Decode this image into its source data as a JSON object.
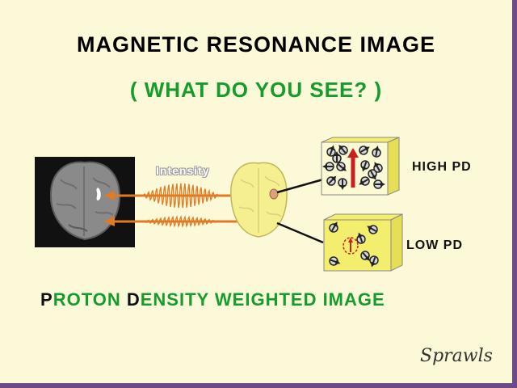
{
  "title": "MAGNETIC  RESONANCE  IMAGE",
  "subtitle": "( WHAT  DO  YOU  SEE? )",
  "diagram": {
    "intensity_label": "Intensity",
    "high_label": "HIGH  PD",
    "low_label": "LOW  PD"
  },
  "bottom_title": {
    "p_initial": "P",
    "p_rest": "ROTON  ",
    "d_initial": "D",
    "d_rest": "ENSITY  WEIGHTED  IMAGE"
  },
  "signature": "Sprawls",
  "colors": {
    "slide_background": "#fcf9d8",
    "border": "#6b4a86",
    "subtitle_green": "#159c2c",
    "arrow_orange": "#e07b24",
    "brain_yellow": "#f6ef8f",
    "voxel_yellow": "#f4ee6e",
    "high_pd_arrow": "#cc2020"
  }
}
